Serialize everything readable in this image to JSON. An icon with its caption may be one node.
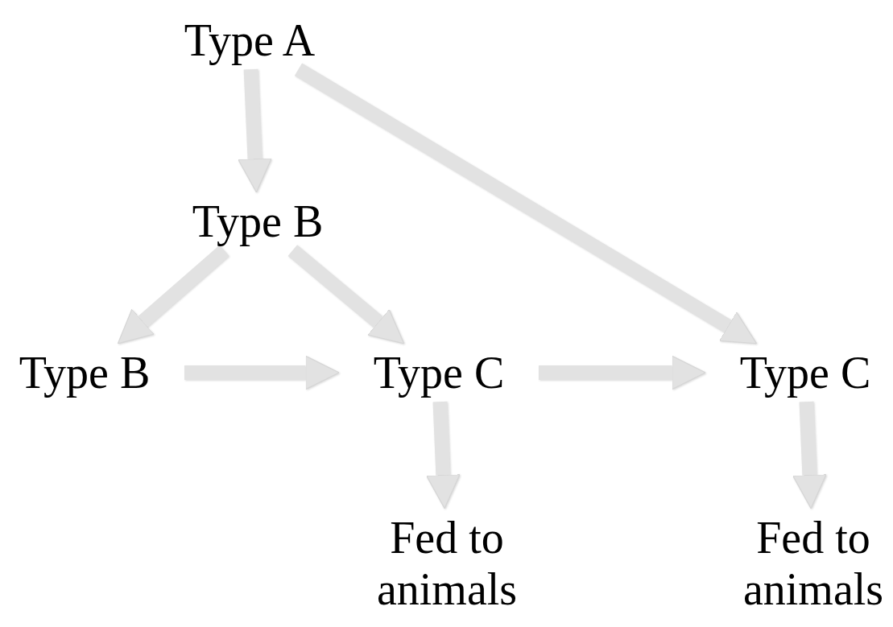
{
  "diagram": {
    "nodes": [
      {
        "text": [
          "Type A"
        ]
      },
      {
        "text": [
          "Type B"
        ]
      },
      {
        "text": [
          "Type B"
        ]
      },
      {
        "text": [
          "Type C"
        ]
      },
      {
        "text": [
          "Type C"
        ]
      },
      {
        "text": [
          "Fed to animals"
        ]
      },
      {
        "text": [
          "Fed to animals"
        ]
      }
    ],
    "edges": [
      {
        "from": 0,
        "to": 1,
        "arrow": "to"
      },
      {
        "from": 0,
        "to": 4,
        "arrow": "to"
      },
      {
        "from": 1,
        "to": 2,
        "arrow": "to"
      },
      {
        "from": 1,
        "to": 3,
        "arrow": "to"
      },
      {
        "from": 2,
        "to": 3,
        "arrow": "to"
      },
      {
        "from": 3,
        "to": 4,
        "arrow": "to"
      },
      {
        "from": 3,
        "to": 5,
        "arrow": "to"
      },
      {
        "from": 4,
        "to": 6,
        "arrow": "to"
      }
    ]
  }
}
